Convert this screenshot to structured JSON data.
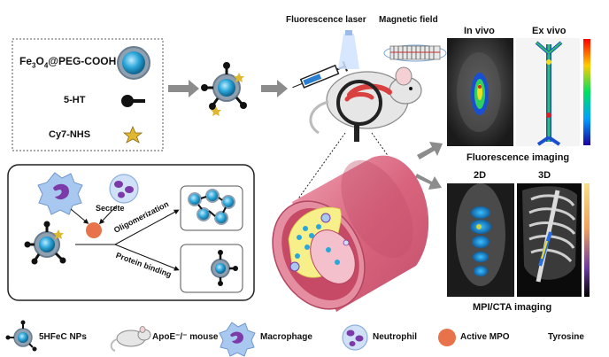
{
  "legend_top": {
    "particle": "Fe3O4@PEG-COOH",
    "ht": "5-HT",
    "cy7": "Cy7-NHS"
  },
  "labels": {
    "fluorescence_laser": "Fluorescence laser",
    "magnetic_field": "Magnetic field",
    "in_vivo": "In vivo",
    "ex_vivo": "Ex vivo",
    "fluorescence_imaging": "Fluorescence imaging",
    "two_d": "2D",
    "three_d": "3D",
    "mpi_cta": "MPI/CTA imaging",
    "secrete": "Secrete",
    "oligomerization": "Oligomerization",
    "protein_binding": "Protein binding"
  },
  "legend_bottom": {
    "nps": "5HFeC NPs",
    "mouse": "ApoE⁻/⁻ mouse",
    "macrophage": "Macrophage",
    "neutrophil": "Neutrophil",
    "mpo": "Active MPO",
    "tyrosine": "Tyrosine"
  },
  "colors": {
    "particle_core": "#2aa6d9",
    "particle_shell": "#7c8fa3",
    "arrow": "#8c8c8c",
    "vessel": "#d9647e",
    "mpo": "#e8734a",
    "tyrosine": "#8b2fc9",
    "plaque": "#f7f08a"
  }
}
